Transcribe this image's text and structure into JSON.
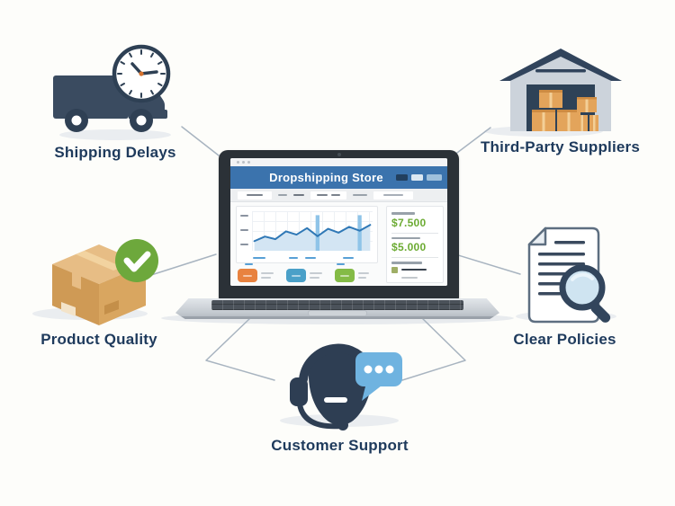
{
  "background_color": "#fdfdfa",
  "diagram": {
    "label_color": "#1e3a5c",
    "connector_color": "#a8b4c0",
    "nodes": [
      {
        "id": "shipping-delays",
        "label": "Shipping Delays",
        "icon": "truck-clock-icon"
      },
      {
        "id": "third-party-suppliers",
        "label": "Third-Party Suppliers",
        "icon": "warehouse-boxes-icon"
      },
      {
        "id": "product-quality",
        "label": "Product Quality",
        "icon": "box-checkmark-icon"
      },
      {
        "id": "clear-policies",
        "label": "Clear Policies",
        "icon": "document-magnifier-icon"
      },
      {
        "id": "customer-support",
        "label": "Customer Support",
        "icon": "support-agent-icon"
      }
    ]
  },
  "laptop": {
    "store_title": "Dropshipping Store",
    "header_color": "#3b73ad",
    "stats": [
      {
        "value": "$7.500",
        "color": "#6cab33"
      },
      {
        "value": "$5.000",
        "color": "#6cab33"
      }
    ],
    "product_card_colors": [
      "#e8823f",
      "#4aa0c8",
      "#84bb46"
    ]
  },
  "chart_data": {
    "type": "area",
    "x": [
      1,
      2,
      3,
      4,
      5,
      6,
      7,
      8,
      9,
      10,
      11,
      12
    ],
    "values": [
      20,
      34,
      26,
      50,
      40,
      60,
      35,
      58,
      46,
      64,
      52,
      70
    ],
    "highlight_bar_indices": [
      6,
      10
    ],
    "title": "",
    "xlabel": "",
    "ylabel": "",
    "line_color": "#2f78b6",
    "area_color": "#d3e5f3",
    "highlight_bar_color": "#8fc4e8",
    "grid": true,
    "legend_position": "none"
  }
}
